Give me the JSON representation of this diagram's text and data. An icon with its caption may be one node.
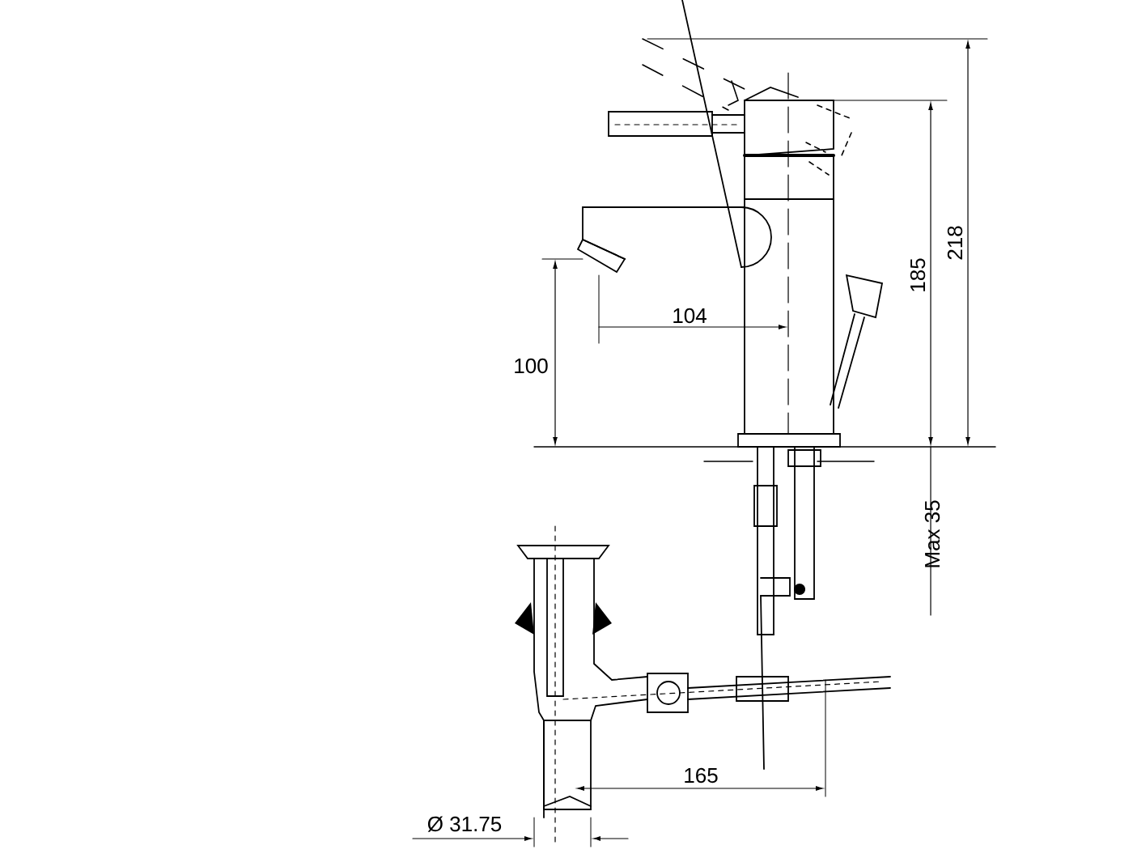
{
  "diagram": {
    "labels": [
      "218",
      "185",
      "104",
      "100",
      "Max 35",
      "165",
      "Ø 31.75"
    ]
  }
}
